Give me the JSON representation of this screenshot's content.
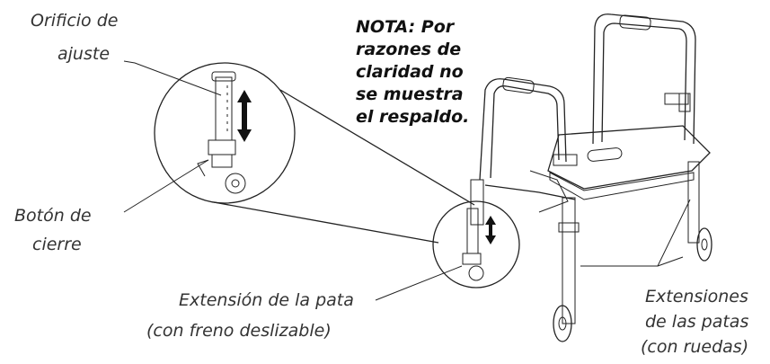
{
  "labels": {
    "adjust_hole_line1": "Orificio de",
    "adjust_hole_line2": "ajuste",
    "lock_button_line1": "Botón de",
    "lock_button_line2": "cierre",
    "leg_extension_line1": "Extensión de la pata",
    "leg_extension_line2": "(con freno deslizable)",
    "leg_extensions_wheels_line1": "Extensiones",
    "leg_extensions_wheels_line2": "de las patas",
    "leg_extensions_wheels_line3": "(con ruedas)"
  },
  "note": {
    "line1": "NOTA: Por",
    "line2": "razones de",
    "line3": "claridad no",
    "line4": "se muestra",
    "line5": "el respaldo."
  }
}
